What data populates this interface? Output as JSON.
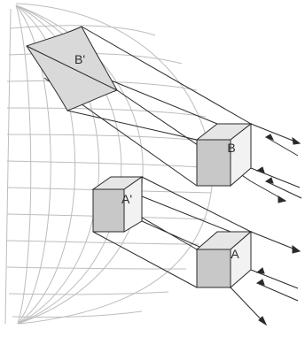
{
  "diagram": {
    "labels": {
      "b_prime": "B'",
      "b": "B",
      "a_prime": "A'",
      "a": "A"
    },
    "colors": {
      "background": "#ffffff",
      "grid": "#bdbdbd",
      "line": "#2a2a2a",
      "face_fill": "#c8c8c8",
      "face_light": "#e6e6e6"
    }
  }
}
